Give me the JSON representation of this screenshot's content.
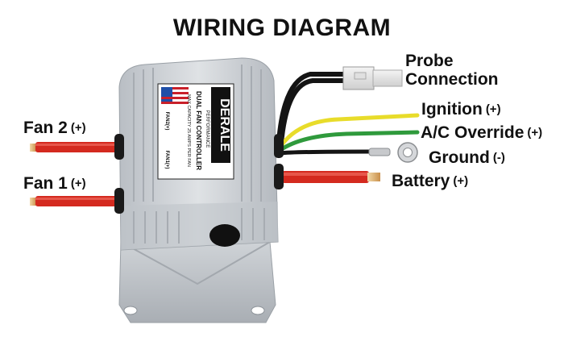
{
  "title": "WIRING DIAGRAM",
  "labels": {
    "probe_line1": "Probe",
    "probe_line2": "Connection",
    "ignition": "Ignition",
    "ignition_sign": "(+)",
    "ac_override": "A/C Override",
    "ac_override_sign": "(+)",
    "ground": "Ground",
    "ground_sign": "(-)",
    "battery": "Battery",
    "battery_sign": "(+)",
    "fan2": "Fan 2",
    "fan2_sign": "(+)",
    "fan1": "Fan 1",
    "fan1_sign": "(+)"
  },
  "device": {
    "brand": "DERALE",
    "brand_sub": "PERFORMANCE",
    "product": "DUAL FAN CONTROLLER",
    "capacity": "MAX CAPACITY 25 AMPS PER FAN",
    "fan2_tag": "FAN2(+)",
    "fan1_tag": "FAN1(+)"
  },
  "colors": {
    "red_wire": "#d42a1f",
    "yellow_wire": "#e8dc2a",
    "green_wire": "#2f9a3c",
    "black_wire": "#141414",
    "housing": "#c9cdd2"
  }
}
